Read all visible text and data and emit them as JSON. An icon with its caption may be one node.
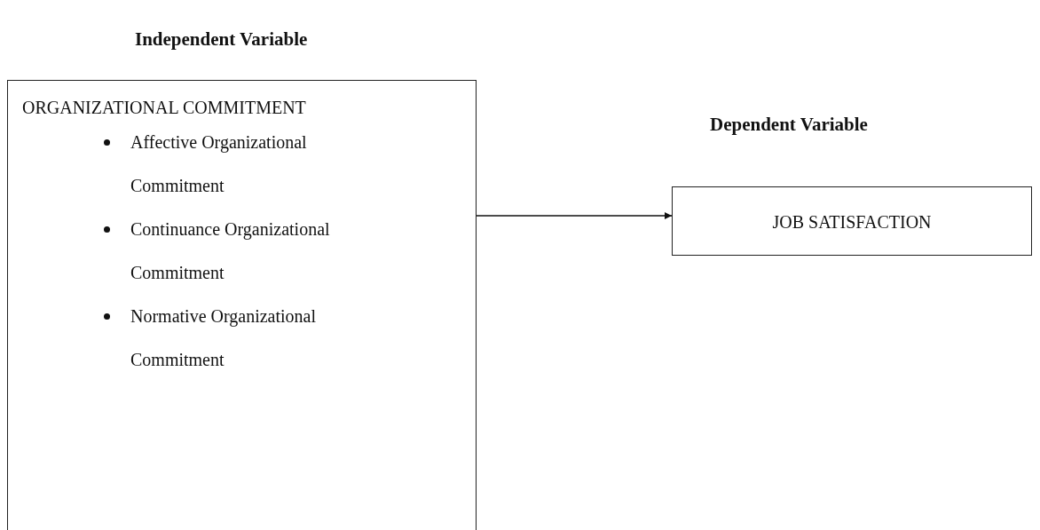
{
  "diagram": {
    "nodes": [
      {
        "text": [
          "ORGANIZATIONAL COMMITMENT",
          "Affective Organizational Commitment",
          "Continuance Organizational Commitment",
          "Normative Organizational Commitment"
        ],
        "beside": [
          "Independent Variable"
        ]
      },
      {
        "text": [
          "JOB SATISFACTION"
        ],
        "beside": [
          "Dependent Variable"
        ]
      }
    ],
    "edges": [
      {
        "from": 0,
        "to": 1,
        "arrow": "to"
      }
    ]
  }
}
